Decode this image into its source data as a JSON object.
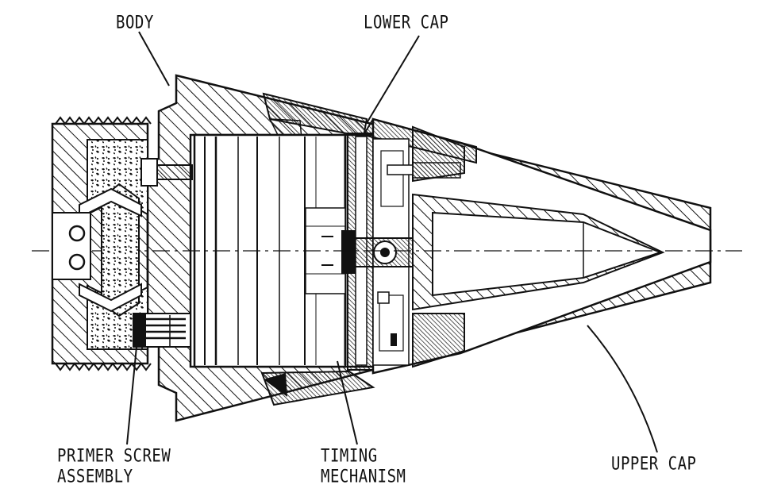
{
  "labels": {
    "body": "BODY",
    "lower_cap": "LOWER CAP",
    "primer_screw_line1": "PRIMER SCREW",
    "primer_screw_line2": "ASSEMBLY",
    "timing_line1": "TIMING",
    "timing_line2": "MECHANISM",
    "upper_cap": "UPPER CAP"
  },
  "colors": {
    "ink": "#111111",
    "paper": "#ffffff"
  }
}
